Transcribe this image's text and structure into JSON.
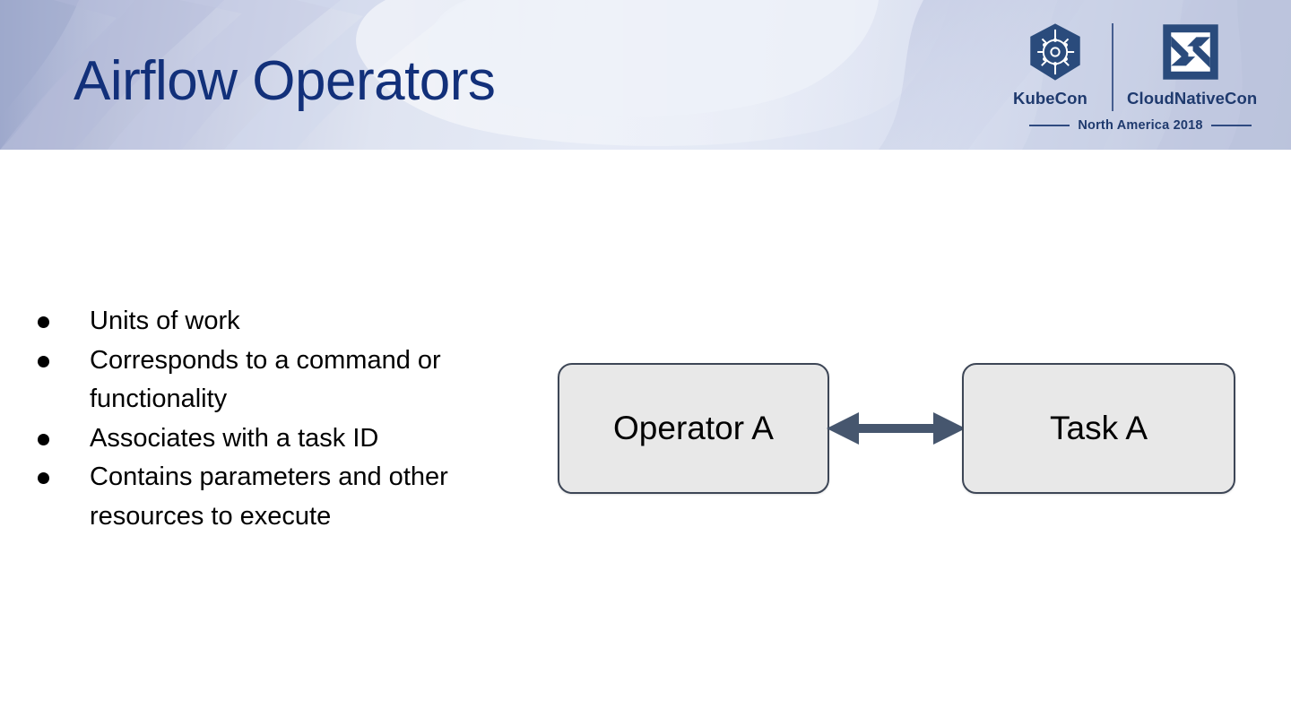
{
  "slide": {
    "title": "Airflow Operators",
    "title_color": "#12307a",
    "background": "#ffffff",
    "header_band_colors": {
      "left": "#a9b2d2",
      "center": "#e4e9f5",
      "right": "#c2cae1"
    }
  },
  "logo": {
    "kubecon_label": "KubeCon",
    "cloudnativecon_label": "CloudNativeCon",
    "edition_label": "North America 2018",
    "k8s_icon_name": "kubernetes-helm-wheel-icon",
    "cncf_icon_name": "cloudnativecon-square-icon",
    "brand_color": "#1f3a6e",
    "mark_color": "#2a4b7c"
  },
  "bullets": [
    {
      "text": "Units of work"
    },
    {
      "text": "Corresponds to a command or functionality"
    },
    {
      "text": "Associates with a task ID"
    },
    {
      "text": "Contains parameters and other resources to execute"
    }
  ],
  "diagram": {
    "type": "flow",
    "nodes": [
      {
        "id": "operator-a",
        "label": "Operator A"
      },
      {
        "id": "task-a",
        "label": "Task A"
      }
    ],
    "edges": [
      {
        "from": "operator-a",
        "to": "task-a",
        "style": "double-arrow"
      }
    ],
    "node_fill": "#e8e8e8",
    "node_border": "#3d4656",
    "arrow_color": "#46566e"
  }
}
